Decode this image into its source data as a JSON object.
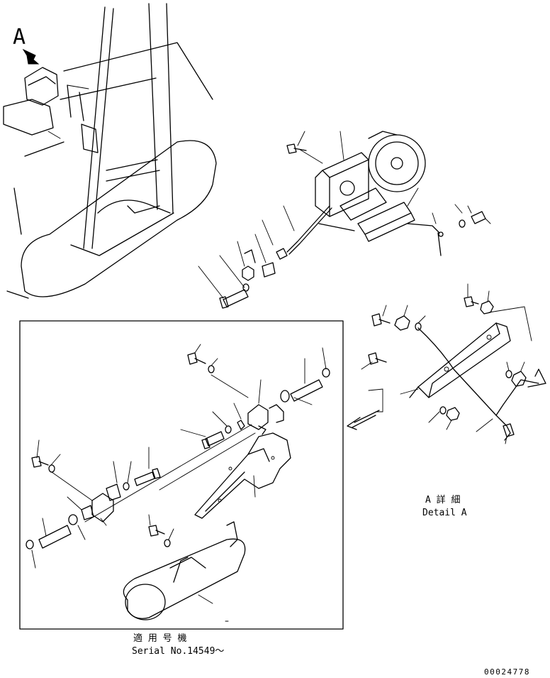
{
  "view_label": "A",
  "detail": {
    "title_ja": "A 詳 細",
    "title_en": "Detail A"
  },
  "applicability": {
    "title_ja": "適 用 号 機",
    "serial": "Serial No.14549～"
  },
  "drawing_number": "00024778"
}
